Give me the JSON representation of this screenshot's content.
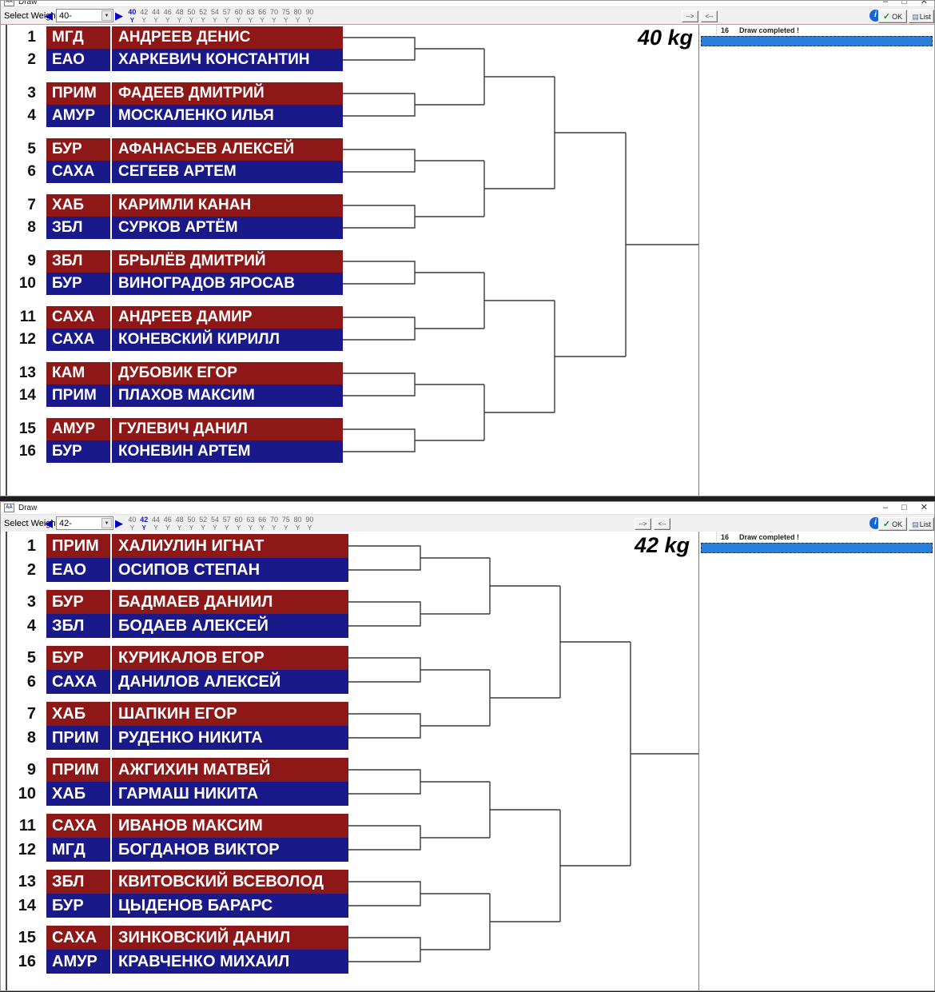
{
  "app": {
    "title": "Draw",
    "icon_text": "AA"
  },
  "icons": {
    "info_icon": "i",
    "ok_check_icon": "✓",
    "list_icon": "▤",
    "dropdown_arrow_icon": "▼",
    "prev_weight_icon": "◀",
    "next_weight_icon": "▶",
    "minimize_icon": "–",
    "maximize_icon": "□",
    "close_icon": "✕"
  },
  "toolbar": {
    "select_weight_label": "Select Weight:",
    "weights": [
      "40",
      "42",
      "44",
      "46",
      "48",
      "50",
      "52",
      "54",
      "57",
      "60",
      "63",
      "66",
      "70",
      "75",
      "80",
      "90"
    ],
    "weight_flag": "Y",
    "forward_label": "-->",
    "back_label": "<--",
    "ok_label": "OK",
    "list_label": "List"
  },
  "panel": {
    "count": "16",
    "status": "Draw completed !"
  },
  "colors": {
    "red_row": "#8e1818",
    "blue_row": "#191989",
    "selection_blue": "#2a7fdc"
  },
  "windows": [
    {
      "weight_label": "40 kg",
      "selected_weight": "40-",
      "entries": [
        {
          "seed": "1",
          "region": "МГД",
          "name": "АНДРЕЕВ ДЕНИС"
        },
        {
          "seed": "2",
          "region": "ЕАО",
          "name": "ХАРКЕВИЧ КОНСТАНТИН"
        },
        {
          "seed": "3",
          "region": "ПРИМ",
          "name": "ФАДЕЕВ ДМИТРИЙ"
        },
        {
          "seed": "4",
          "region": "АМУР",
          "name": "МОСКАЛЕНКО ИЛЬЯ"
        },
        {
          "seed": "5",
          "region": "БУР",
          "name": "АФАНАСЬЕВ АЛЕКСЕЙ"
        },
        {
          "seed": "6",
          "region": "САХА",
          "name": "СЕГЕЕВ АРТЕМ"
        },
        {
          "seed": "7",
          "region": "ХАБ",
          "name": "КАРИМЛИ КАНАН"
        },
        {
          "seed": "8",
          "region": "ЗБЛ",
          "name": "СУРКОВ АРТЁМ"
        },
        {
          "seed": "9",
          "region": "ЗБЛ",
          "name": "БРЫЛЁВ ДМИТРИЙ"
        },
        {
          "seed": "10",
          "region": "БУР",
          "name": "ВИНОГРАДОВ ЯРОСАВ"
        },
        {
          "seed": "11",
          "region": "САХА",
          "name": "АНДРЕЕВ ДАМИР"
        },
        {
          "seed": "12",
          "region": "САХА",
          "name": "КОНЕВСКИЙ КИРИЛЛ"
        },
        {
          "seed": "13",
          "region": "КАМ",
          "name": "ДУБОВИК ЕГОР"
        },
        {
          "seed": "14",
          "region": "ПРИМ",
          "name": "ПЛАХОВ МАКСИМ"
        },
        {
          "seed": "15",
          "region": "АМУР",
          "name": "ГУЛЕВИЧ ДАНИЛ"
        },
        {
          "seed": "16",
          "region": "БУР",
          "name": "КОНЕВИН АРТЕМ"
        }
      ]
    },
    {
      "weight_label": "42 kg",
      "selected_weight": "42-",
      "entries": [
        {
          "seed": "1",
          "region": "ПРИМ",
          "name": "ХАЛИУЛИН ИГНАТ"
        },
        {
          "seed": "2",
          "region": "ЕАО",
          "name": "ОСИПОВ СТЕПАН"
        },
        {
          "seed": "3",
          "region": "БУР",
          "name": "БАДМАЕВ ДАНИИЛ"
        },
        {
          "seed": "4",
          "region": "ЗБЛ",
          "name": "БОДАЕВ АЛЕКСЕЙ"
        },
        {
          "seed": "5",
          "region": "БУР",
          "name": "КУРИКАЛОВ ЕГОР"
        },
        {
          "seed": "6",
          "region": "САХА",
          "name": "ДАНИЛОВ АЛЕКСЕЙ"
        },
        {
          "seed": "7",
          "region": "ХАБ",
          "name": "ШАПКИН ЕГОР"
        },
        {
          "seed": "8",
          "region": "ПРИМ",
          "name": "РУДЕНКО НИКИТА"
        },
        {
          "seed": "9",
          "region": "ПРИМ",
          "name": "АЖГИХИН МАТВЕЙ"
        },
        {
          "seed": "10",
          "region": "ХАБ",
          "name": "ГАРМАШ НИКИТА"
        },
        {
          "seed": "11",
          "region": "САХА",
          "name": "ИВАНОВ МАКСИМ"
        },
        {
          "seed": "12",
          "region": "МГД",
          "name": "БОГДАНОВ ВИКТОР"
        },
        {
          "seed": "13",
          "region": "ЗБЛ",
          "name": "КВИТОВСКИЙ ВСЕВОЛОД"
        },
        {
          "seed": "14",
          "region": "БУР",
          "name": "ЦЫДЕНОВ БАРАРС"
        },
        {
          "seed": "15",
          "region": "САХА",
          "name": "ЗИНКОВСКИЙ ДАНИЛ"
        },
        {
          "seed": "16",
          "region": "АМУР",
          "name": "КРАВЧЕНКО МИХАИЛ"
        }
      ]
    }
  ]
}
